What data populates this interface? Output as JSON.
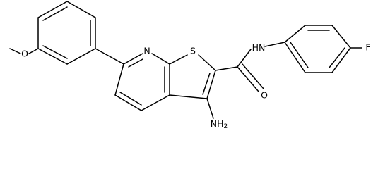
{
  "structure": {
    "atoms": {
      "ether_oxygen": "O",
      "pyridine_nitrogen": "N",
      "thiophene_sulfur": "S",
      "amide_nitrogen": "N",
      "amide_nitrogen_hydrogen": "H",
      "carbonyl_oxygen": "O",
      "amino_nitrogen": "N",
      "amino_hydrogens": "H",
      "amino_hydrogen_count": "2",
      "fluorine": "F"
    }
  }
}
